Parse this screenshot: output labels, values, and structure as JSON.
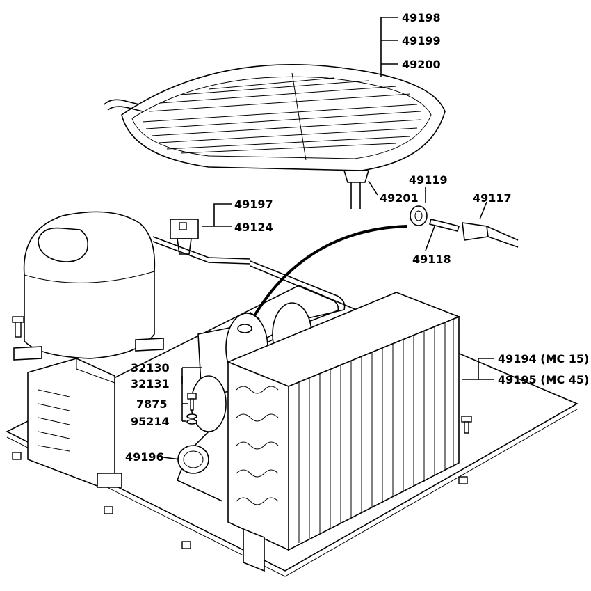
{
  "labels": {
    "p49198": "49198",
    "p49199": "49199",
    "p49200": "49200",
    "p49201": "49201",
    "p49119": "49119",
    "p49117": "49117",
    "p49118": "49118",
    "p49197": "49197",
    "p49124": "49124",
    "p32130": "32130",
    "p32131": "32131",
    "p7875": "7875",
    "p95214": "95214",
    "p49196": "49196",
    "p49194": "49194 (MC 15)",
    "p49195": "49195 (MC 45)"
  }
}
